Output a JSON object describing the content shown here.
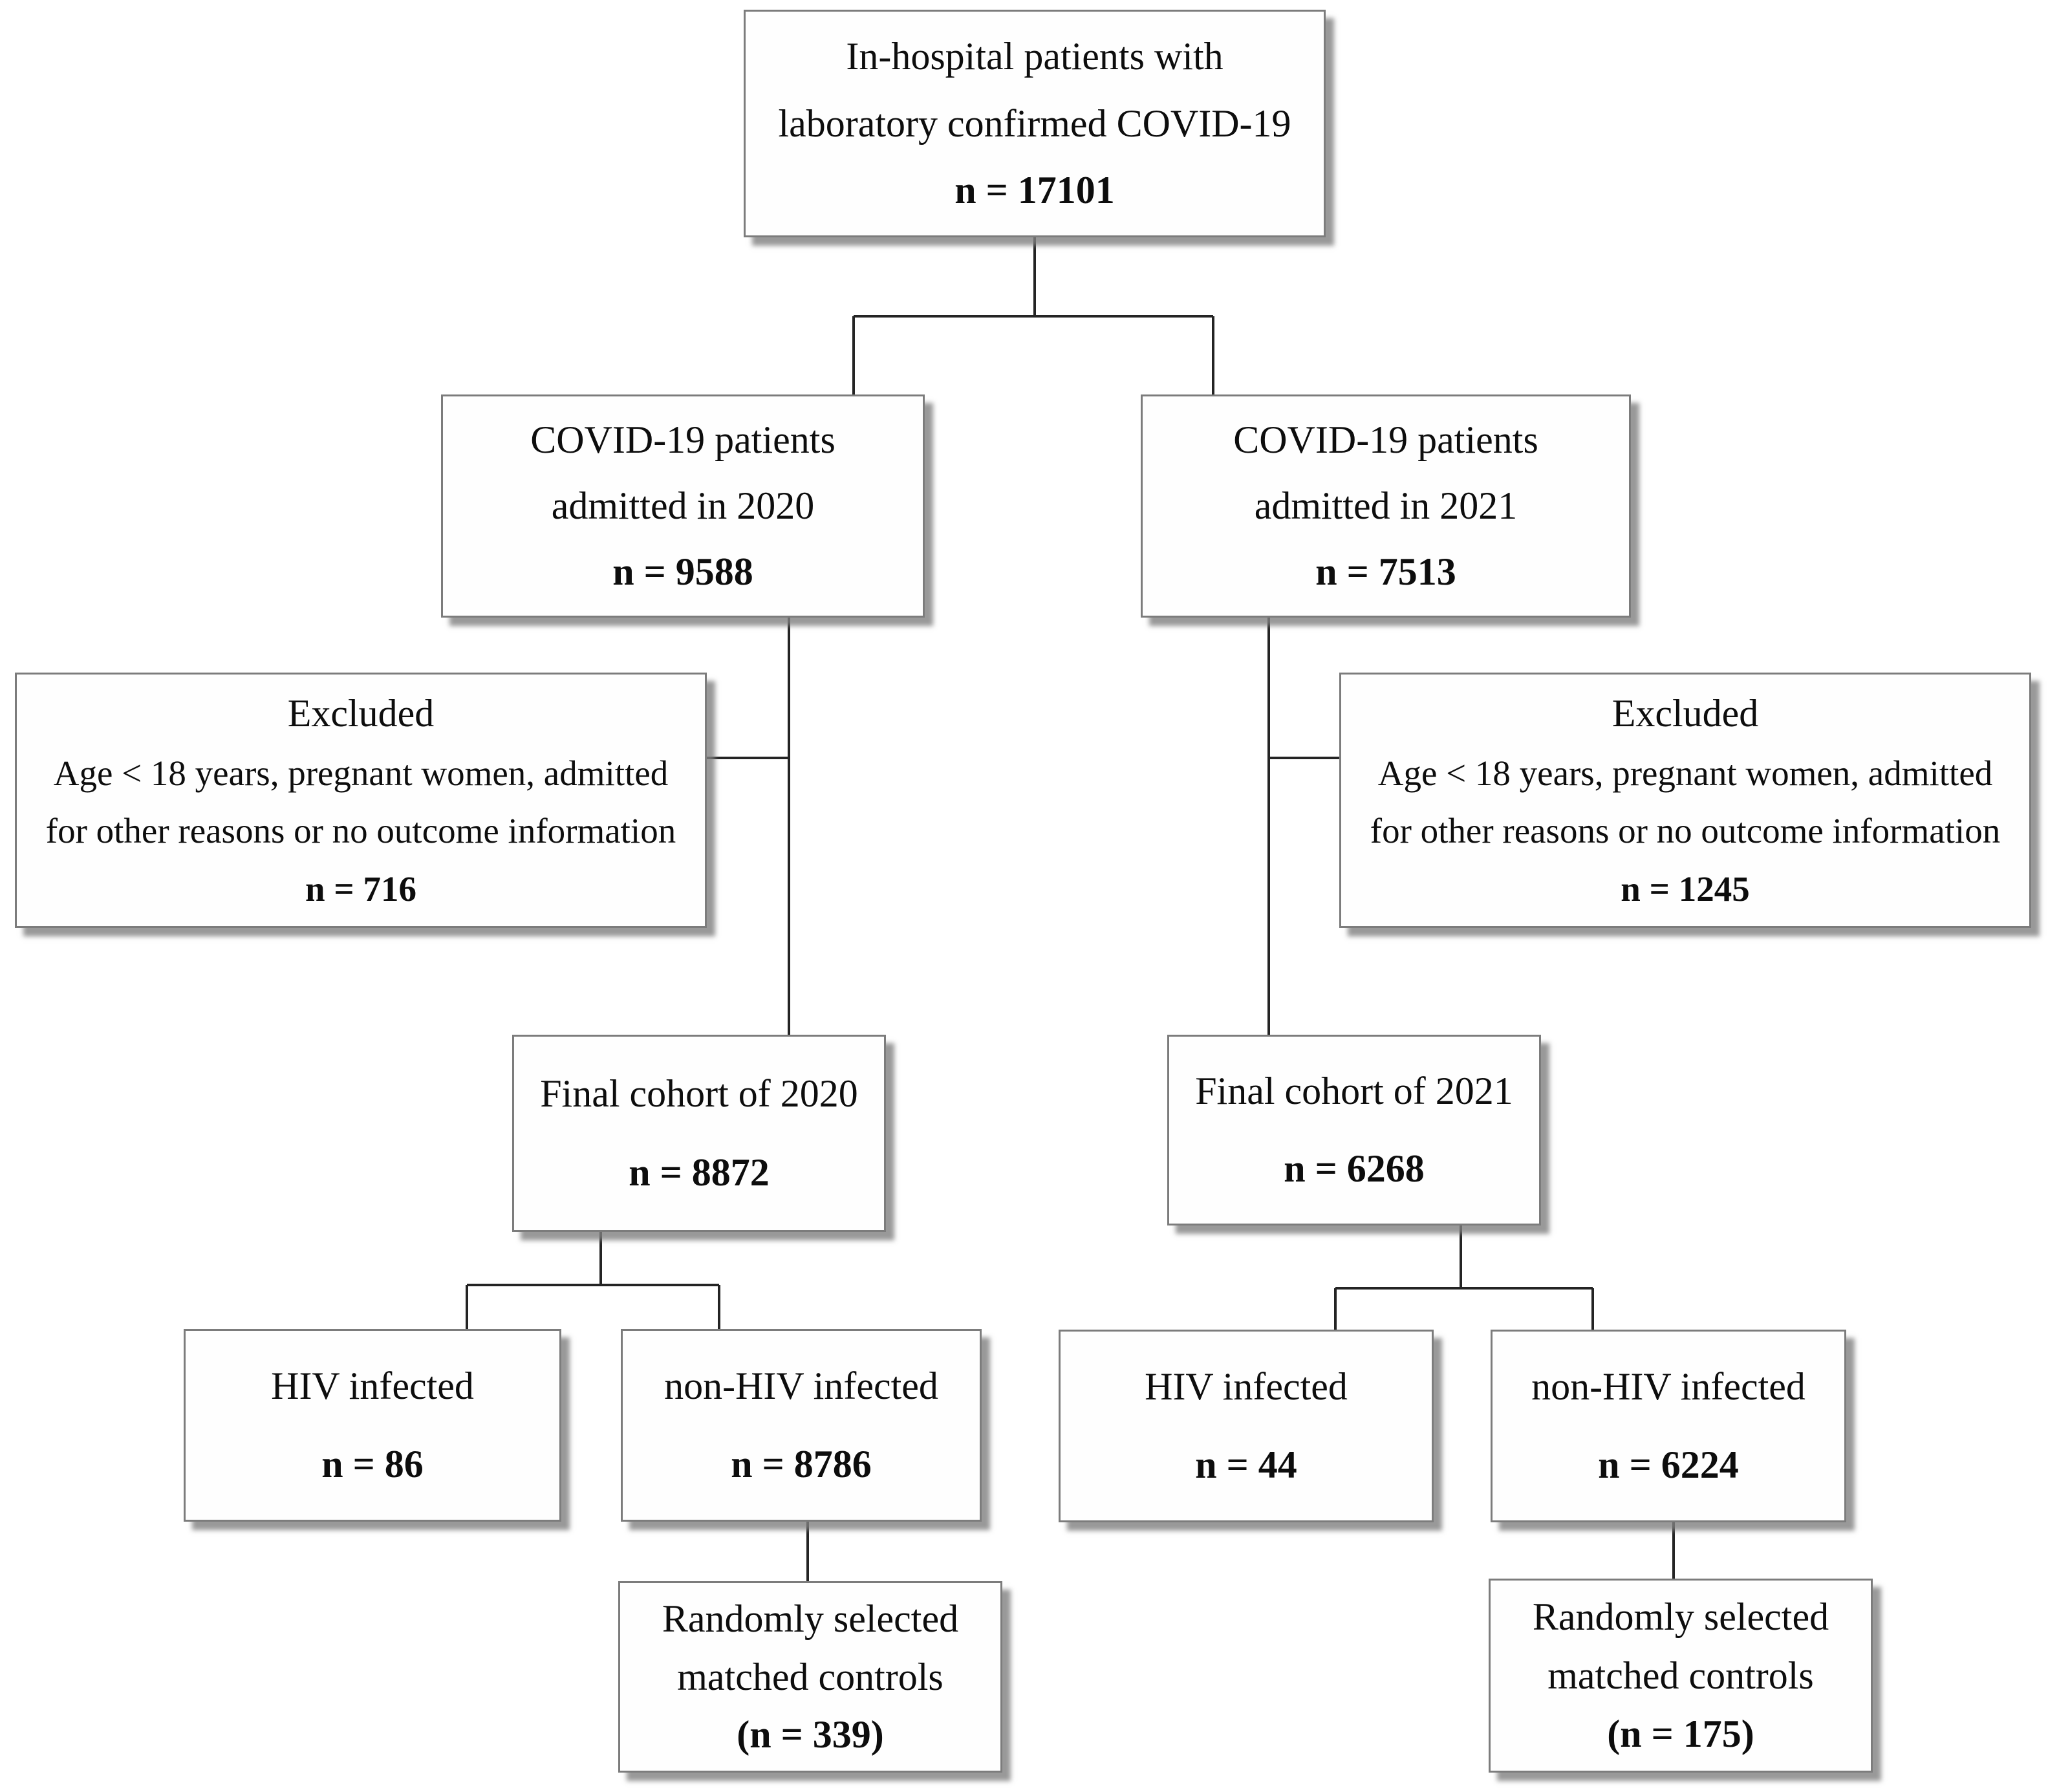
{
  "nodes": {
    "total": {
      "line1": "In-hospital patients with",
      "line2": "laboratory confirmed COVID-19",
      "n": "n = 17101"
    },
    "admitted_2020": {
      "line1": "COVID-19 patients",
      "line2": "admitted in 2020",
      "n": "n = 9588"
    },
    "admitted_2021": {
      "line1": "COVID-19 patients",
      "line2": "admitted in 2021",
      "n": "n = 7513"
    },
    "excluded_2020": {
      "title": "Excluded",
      "line1": "Age < 18 years, pregnant women, admitted",
      "line2": "for other reasons or no outcome information",
      "n": "n = 716"
    },
    "excluded_2021": {
      "title": "Excluded",
      "line1": "Age < 18 years, pregnant women, admitted",
      "line2": "for other reasons or no outcome information",
      "n": "n = 1245"
    },
    "final_2020": {
      "line1": "Final cohort of 2020",
      "n": "n = 8872"
    },
    "final_2021": {
      "line1": "Final cohort of 2021",
      "n": "n = 6268"
    },
    "hiv_2020": {
      "line1": "HIV infected",
      "n": "n = 86"
    },
    "nonhiv_2020": {
      "line1": "non-HIV infected",
      "n": "n = 8786"
    },
    "hiv_2021": {
      "line1": "HIV infected",
      "n": "n = 44"
    },
    "nonhiv_2021": {
      "line1": "non-HIV infected",
      "n": "n = 6224"
    },
    "controls_2020": {
      "line1": "Randomly selected",
      "line2": "matched controls",
      "n": "(n = 339)"
    },
    "controls_2021": {
      "line1": "Randomly selected",
      "line2": "matched controls",
      "n": "(n = 175)"
    }
  }
}
